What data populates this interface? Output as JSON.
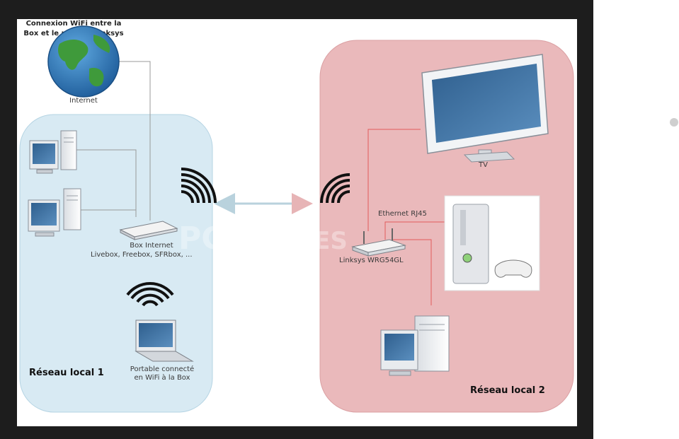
{
  "labels": {
    "internet": "Internet",
    "box_internet": "Box Internet",
    "box_models": "Livebox, Freebox, SFRbox, ...",
    "connection_line1": "Connexion WiFi entre la",
    "connection_line2": "Box et le routeur Linksys",
    "router": "Linksys WRG54GL",
    "ethernet": "Ethernet RJ45",
    "tv": "TV",
    "laptop_line1": "Portable connecté",
    "laptop_line2": "en WiFi à la Box",
    "network1": "Réseau local 1",
    "network2": "Réseau local 2",
    "watermark": "PCASTUCES"
  },
  "colors": {
    "frame": "#1d1d1d",
    "network1_fill": "#d8eaf3",
    "network2_fill": "#eab9bb",
    "link_grey": "#999999",
    "link_red": "#e25b5b",
    "arrow": "#b9d2dd"
  },
  "icons": {
    "globe": "globe-icon",
    "desktop": "desktop-computer-icon",
    "router": "router-icon",
    "wifi": "wifi-signal-icon",
    "laptop": "laptop-icon",
    "tv": "tv-monitor-icon",
    "console": "game-console-icon"
  }
}
